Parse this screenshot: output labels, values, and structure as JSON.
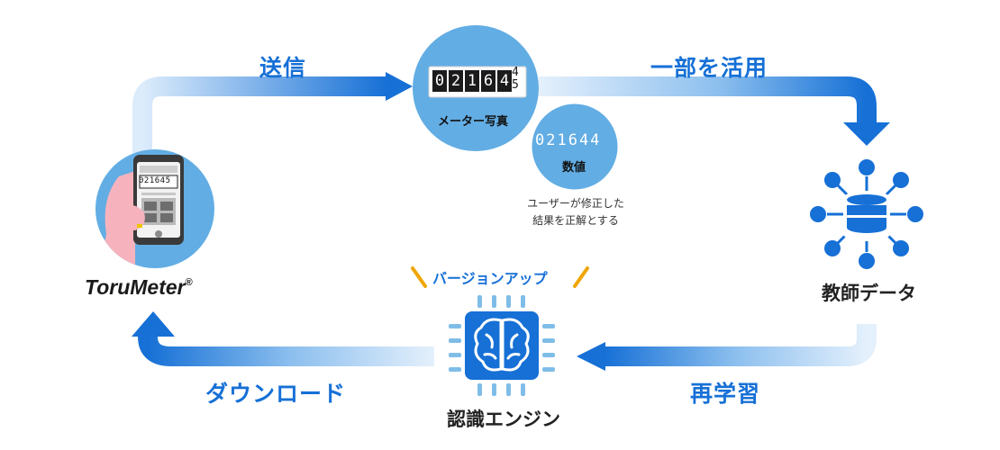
{
  "flow": {
    "send_label": "送信",
    "partial_use_label": "一部を活用",
    "retrain_label": "再学習",
    "download_label": "ダウンロード"
  },
  "nodes": {
    "app_brand": "ToruMeter",
    "app_brand_mark": "®",
    "meter_photo_label": "メーター写真",
    "meter_digits": [
      "0",
      "2",
      "1",
      "6",
      "4"
    ],
    "meter_last_top": "4",
    "meter_last_bottom": "5",
    "numeric_value": "021644",
    "numeric_label": "数値",
    "note_line1": "ユーザーが修正した",
    "note_line2": "結果を正解とする",
    "teacher_data_label": "教師データ",
    "engine_label": "認識エンジン",
    "version_up_label": "バージョンアップ"
  },
  "colors": {
    "arrow_blue": "#1670d6",
    "circle_blue": "#62ade4",
    "accent_orange": "#f0a500"
  },
  "phone_screen_digits": "021645"
}
